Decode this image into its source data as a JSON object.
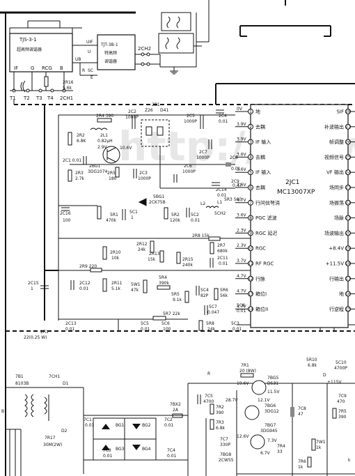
{
  "watermark": "http://www.",
  "modules": {
    "tjs": {
      "code": "TJS-3-1",
      "name": "超高频调谐器",
      "pins": [
        "IF",
        "G",
        "RCG",
        "B"
      ]
    },
    "tjt": {
      "code": "TJT-3B-1",
      "name1": "特高频",
      "name2": "调谐器",
      "pins": [
        "UIF",
        "U",
        "UB",
        "R",
        "SC",
        "E"
      ]
    },
    "connectors": [
      "2CH2",
      "2CH1",
      "T1",
      "T2",
      "T3",
      "T4"
    ],
    "r2r16": {
      "ref": "2R16",
      "value": "5.6k"
    }
  },
  "ic": {
    "ref": "2JC1",
    "part": "MC13007XP",
    "left_pins": [
      {
        "num": "1",
        "label": "地",
        "volt": "0V"
      },
      {
        "num": "2",
        "label": "去耦",
        "volt": "3.9V"
      },
      {
        "num": "3",
        "label": "IF 输入",
        "volt": "3.9V"
      },
      {
        "num": "4",
        "label": "去耦",
        "volt": "3.6V"
      },
      {
        "num": "5",
        "label": "IF 输入",
        "volt": "3.6V"
      },
      {
        "num": "6",
        "label": "去耦",
        "volt": "3.6V"
      },
      {
        "num": "7",
        "label": "行间信弩消",
        "volt": "4.7V"
      },
      {
        "num": "8",
        "label": "PGC 滤波",
        "volt": "3.6V"
      },
      {
        "num": "9",
        "label": "RGC 延迟",
        "volt": "2.3V"
      },
      {
        "num": "10",
        "label": "RGC",
        "volt": "2.3V"
      },
      {
        "num": "11",
        "label": "RF RGC",
        "volt": "3.7V"
      },
      {
        "num": "12",
        "label": "行脉",
        "volt": "4.7V"
      },
      {
        "num": "13",
        "label": "箱位I",
        "volt": "4.7V"
      },
      {
        "num": "14",
        "label": "箱位II",
        "volt": "4.7V"
      }
    ],
    "right_pins": [
      {
        "num": "28",
        "label": "SIF"
      },
      {
        "num": "27",
        "label": "补波输出"
      },
      {
        "num": "26",
        "label": "帧调整"
      },
      {
        "num": "25",
        "label": "视频信号"
      },
      {
        "num": "24",
        "label": "VF 输出"
      },
      {
        "num": "23",
        "label": "场同步"
      },
      {
        "num": "22",
        "label": "场振荡"
      },
      {
        "num": "21",
        "label": "场脉"
      },
      {
        "num": "20",
        "label": "场波输出"
      },
      {
        "num": "19",
        "label": "+8.4V"
      },
      {
        "num": "18",
        "label": "+11.5V"
      },
      {
        "num": "17",
        "label": "行输出"
      },
      {
        "num": "16",
        "label": "地"
      },
      {
        "num": "15",
        "label": "行逆程"
      }
    ]
  },
  "components": [
    {
      "ref": "2R4",
      "value": "390"
    },
    {
      "ref": "2C2",
      "value": "1000P"
    },
    {
      "ref": "2B1",
      "value": "Z26"
    },
    {
      "ref": "D41",
      "value": ""
    },
    {
      "ref": "2C5",
      "value": "1000P"
    },
    {
      "ref": "2C4",
      "value": "0.01"
    },
    {
      "ref": "2R2",
      "value": "6.8K"
    },
    {
      "ref": "2L1",
      "value": "0.82μH"
    },
    {
      "ref": "2C1",
      "value": "0.01"
    },
    {
      "ref": "2BG1",
      "value": "3DG1074"
    },
    {
      "ref": "2R3",
      "value": "2.7k"
    },
    {
      "ref": "2R5",
      "value": "180"
    },
    {
      "ref": "2C3",
      "value": "1000P"
    },
    {
      "ref": "2C7",
      "value": "1000P"
    },
    {
      "ref": "2C8",
      "value": "0.01"
    },
    {
      "ref": "2C6",
      "value": "1000P"
    },
    {
      "ref": "2C14",
      "value": "0.01"
    },
    {
      "ref": "5BG1",
      "value": "2CK75B"
    },
    {
      "ref": "5C1",
      "value": "1"
    },
    {
      "ref": "5R1",
      "value": "470k"
    },
    {
      "ref": "5R2",
      "value": "120k"
    },
    {
      "ref": "5C2",
      "value": "0.01"
    },
    {
      "ref": "L1",
      "value": ""
    },
    {
      "ref": "L2",
      "value": ""
    },
    {
      "ref": "5R3",
      "value": "560"
    },
    {
      "ref": "5CH2",
      "value": ""
    },
    {
      "ref": "2C9",
      "value": "0.47"
    },
    {
      "ref": "2C16",
      "value": "100"
    },
    {
      "ref": "2R8",
      "value": "15k"
    },
    {
      "ref": "2R7",
      "value": "680k"
    },
    {
      "ref": "2R12",
      "value": "24k"
    },
    {
      "ref": "2R13",
      "value": "15k"
    },
    {
      "ref": "2R15",
      "value": "240k"
    },
    {
      "ref": "2C11",
      "value": "0.01"
    },
    {
      "ref": "2R10",
      "value": "10k"
    },
    {
      "ref": "2R9",
      "value": "220"
    },
    {
      "ref": "2C12",
      "value": "0.01"
    },
    {
      "ref": "2R11",
      "value": "5.1k"
    },
    {
      "ref": "5W1",
      "value": "47k"
    },
    {
      "ref": "5R4",
      "value": "390k"
    },
    {
      "ref": "5R5",
      "value": "9.1k"
    },
    {
      "ref": "5C4",
      "value": "82P"
    },
    {
      "ref": "5R6",
      "value": "56k"
    },
    {
      "ref": "5C8",
      "value": "0.01"
    },
    {
      "ref": "5C7",
      "value": "0.047"
    },
    {
      "ref": "5C3",
      "value": "0.01"
    },
    {
      "ref": "5R7",
      "value": "22k"
    },
    {
      "ref": "5C5",
      "value": "0.01"
    },
    {
      "ref": "5C6",
      "value": "100"
    },
    {
      "ref": "5R8",
      "value": "24k"
    },
    {
      "ref": "2C15",
      "value": "1"
    },
    {
      "ref": "2C13",
      "value": "0.01"
    },
    {
      "ref": "2R1",
      "value": "22(0.25 W)"
    },
    {
      "ref": "5R10",
      "value": "6.8k"
    },
    {
      "ref": "5C10",
      "value": "4700P"
    },
    {
      "ref": "7R1",
      "value": "20 (8W)"
    },
    {
      "ref": "7BG5",
      "value": "D531"
    },
    {
      "ref": "7B1",
      "value": "8103B"
    },
    {
      "ref": "7CH1",
      "value": ""
    },
    {
      "ref": "D1",
      "value": ""
    },
    {
      "ref": "D2",
      "value": ""
    },
    {
      "ref": "7R17",
      "value": "30M(2W)"
    },
    {
      "ref": "7BX2",
      "value": "2A"
    },
    {
      "ref": "7C1",
      "value": "0.01"
    },
    {
      "ref": "7C2",
      "value": "0.01"
    },
    {
      "ref": "7C3",
      "value": "0.01"
    },
    {
      "ref": "7C4",
      "value": "0.01"
    },
    {
      "ref": "7C5",
      "value": "4700"
    },
    {
      "ref": "7BG6",
      "value": "3DG12"
    },
    {
      "ref": "7C8",
      "value": "47"
    },
    {
      "ref": "7C9",
      "value": "470"
    },
    {
      "ref": "7R5",
      "value": "390"
    },
    {
      "ref": "7R2",
      "value": "390"
    },
    {
      "ref": "7R3",
      "value": "6.8k"
    },
    {
      "ref": "7C7",
      "value": "330P"
    },
    {
      "ref": "7BG7",
      "value": "3DG945"
    },
    {
      "ref": "7BG8",
      "value": "2CW55"
    },
    {
      "ref": "7R4",
      "value": "33"
    },
    {
      "ref": "7W1",
      "value": "1k"
    },
    {
      "ref": "7R6",
      "value": "1k"
    }
  ],
  "diodes": [
    "BG1",
    "BG2",
    "BG3",
    "BG4"
  ],
  "transistor_volts": {
    "v1": "2.9V",
    "v2": "10.6V",
    "v3": "19.6V",
    "v4": "11.5V",
    "v5": "28.7V",
    "v6": "12.1V",
    "v7": "12.6V",
    "v8": "7.3V",
    "v9": "6.7V"
  },
  "supply": {
    "d": "D",
    "v": "+115V"
  },
  "misc": {
    "R": "R",
    "B": "B",
    "k": "k"
  }
}
